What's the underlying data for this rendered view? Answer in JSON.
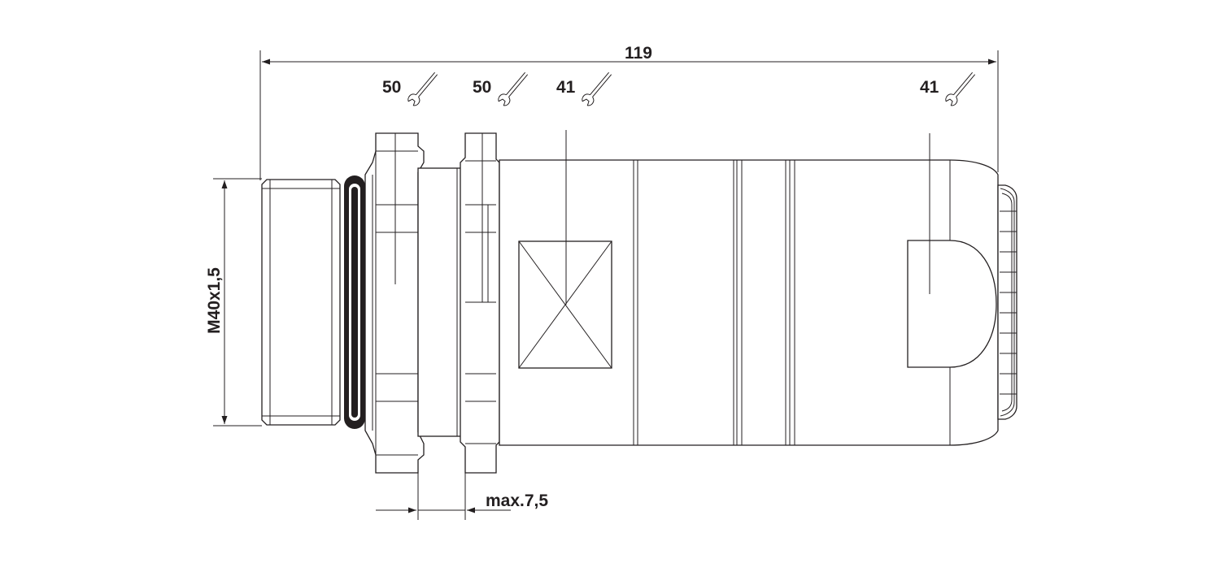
{
  "dimensions": {
    "overall_length": "119",
    "thread": "M40x1,5",
    "panel_thickness": "max.7,5"
  },
  "wrench_sizes": [
    {
      "label": "50"
    },
    {
      "label": "50"
    },
    {
      "label": "41"
    },
    {
      "label": "41"
    }
  ],
  "icons": {
    "wrench": "wrench-icon"
  }
}
